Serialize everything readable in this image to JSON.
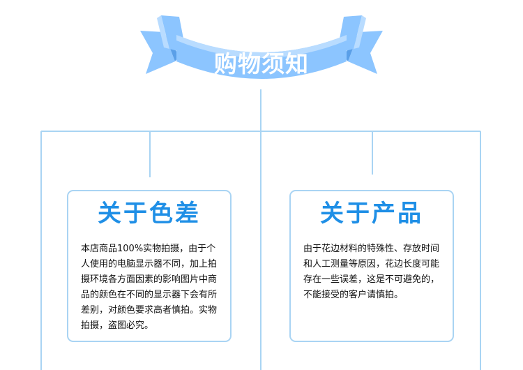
{
  "banner": {
    "title": "购物须知"
  },
  "colors": {
    "ribbon_main": "#8cc5ff",
    "ribbon_light": "#b9dcff",
    "ribbon_dark": "#5a9fe8",
    "card_title": "#1f8fe6",
    "card_border": "#a9d4f3",
    "connector": "#a9d4f3"
  },
  "cards": [
    {
      "title": "关于色差",
      "text": "本店商品100%实物拍摄，由于个人使用的电脑显示器不同，加上拍摄环境各方面因素的影响图片中商品的颜色在不同的显示器下会有所差别，对颜色要求高者慎拍。实物拍摄，盗图必究。"
    },
    {
      "title": "关于产品",
      "text": "由于花边材料的特殊性、存放时间和人工测量等原因，花边长度可能存在一些误差，这是不可避免的，不能接受的客户请慎拍。"
    }
  ]
}
